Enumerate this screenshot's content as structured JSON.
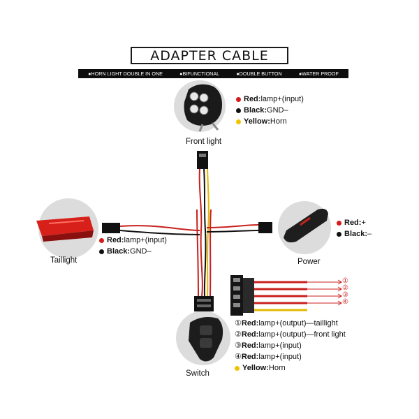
{
  "title": "ADAPTER  CABLE",
  "features": [
    "●HORN LIGHT DOUBLE IN ONE",
    "●BIFUNCTIONAL",
    "●DOUBLE BUTTON",
    "●WATER PROOF"
  ],
  "colors": {
    "red": "#d61a1a",
    "black": "#111111",
    "yellow": "#f2c200",
    "gray_circle": "#dcdcdc",
    "wire_red": "#c8201c",
    "wire_yellow": "#e3b800"
  },
  "components": {
    "front_light": {
      "label": "Front light",
      "legend": [
        {
          "color": "red",
          "name": "Red:",
          "desc": "lamp+(input)"
        },
        {
          "color": "black",
          "name": "Black:",
          "desc": "GND–"
        },
        {
          "color": "yellow",
          "name": "Yellow:",
          "desc": "Horn"
        }
      ]
    },
    "taillight": {
      "label": "Taillight",
      "legend": [
        {
          "color": "red",
          "name": "Red:",
          "desc": "lamp+(input)"
        },
        {
          "color": "black",
          "name": "Black:",
          "desc": "GND–"
        }
      ]
    },
    "power": {
      "label": "Power",
      "legend": [
        {
          "color": "red",
          "name": "Red:",
          "desc": "+"
        },
        {
          "color": "black",
          "name": "Black:",
          "desc": "–"
        }
      ]
    },
    "switch": {
      "label": "Switch",
      "legend": [
        {
          "num": "①",
          "color": "red",
          "name": "Red:",
          "desc": "lamp+(output)—taillight"
        },
        {
          "num": "②",
          "color": "red",
          "name": "Red:",
          "desc": "lamp+(output)—front light"
        },
        {
          "num": "③",
          "color": "red",
          "name": "Red:",
          "desc": "lamp+(input)"
        },
        {
          "num": "④",
          "color": "red",
          "name": "Red:",
          "desc": "lamp+(input)"
        },
        {
          "num": "",
          "color": "yellow",
          "name": "Yellow:",
          "desc": "Horn"
        }
      ]
    }
  },
  "pin_numbers": [
    "①",
    "②",
    "③",
    "④"
  ]
}
